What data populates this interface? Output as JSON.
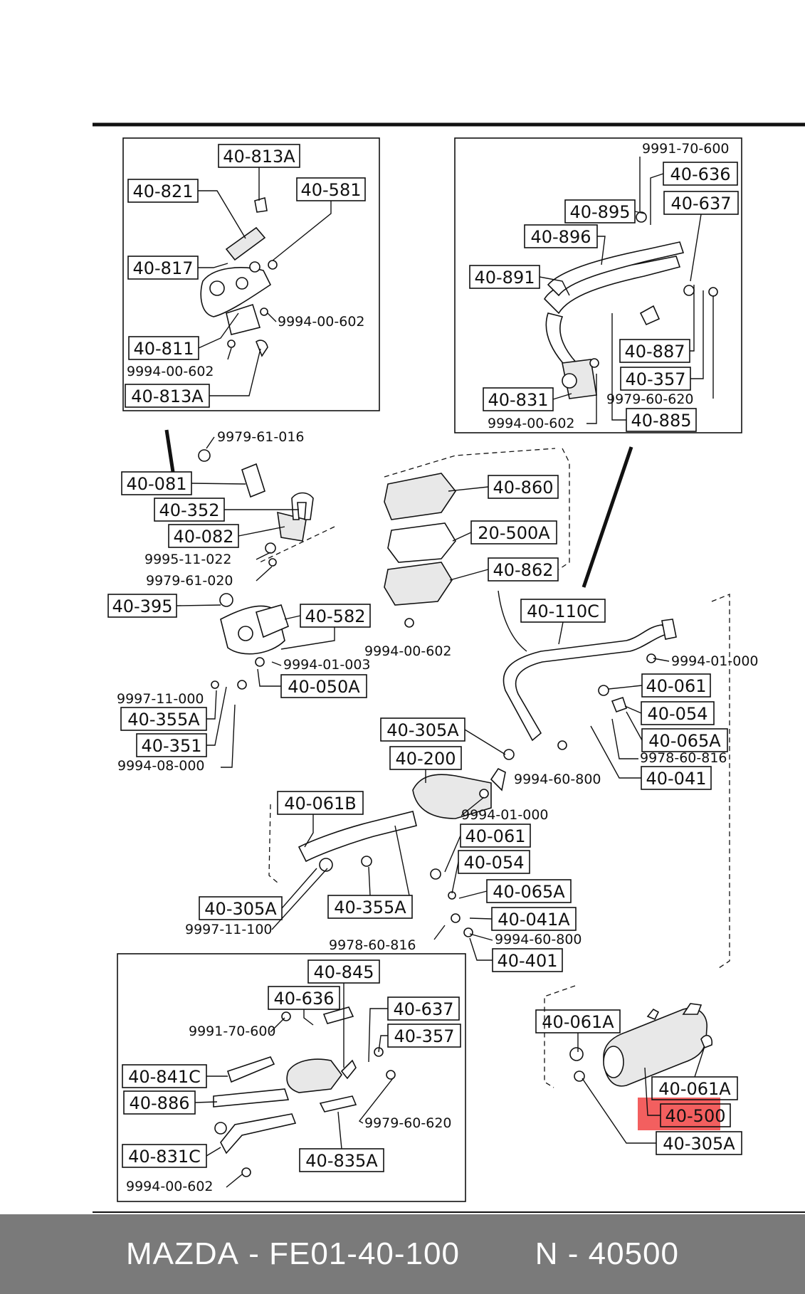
{
  "footer": {
    "brand": "MAZDA",
    "part_number": "FE01-40-100",
    "position": "N - 40500"
  },
  "highlight_color": "#f03c3c",
  "labels": {
    "l1": "40-813A",
    "l2": "40-821",
    "l3": "40-581",
    "l4": "40-817",
    "l5": "9994-00-602",
    "l6": "40-811",
    "l7": "9994-00-602",
    "l8": "40-813A",
    "l9": "9991-70-600",
    "l10": "40-636",
    "l11": "40-895",
    "l12": "40-637",
    "l13": "40-896",
    "l14": "40-891",
    "l15": "40-887",
    "l16": "40-357",
    "l17": "9979-60-620",
    "l18": "40-831",
    "l19": "9994-00-602",
    "l20": "40-885",
    "l21": "9979-61-016",
    "l22": "40-081",
    "l23": "40-352",
    "l24": "40-082",
    "l25": "9995-11-022",
    "l26": "9979-61-020",
    "l27": "40-395",
    "l28": "40-582",
    "l29": "9994-01-003",
    "l30": "9997-11-000",
    "l31": "40-050A",
    "l32": "40-355A",
    "l33": "40-351",
    "l34": "9994-08-000",
    "l35": "40-860",
    "l36": "20-500A",
    "l37": "40-862",
    "l38": "9994-00-602",
    "l39": "40-110C",
    "l40": "9994-01-000",
    "l41": "40-061",
    "l42": "40-054",
    "l43": "40-065A",
    "l44": "9978-60-816",
    "l45": "40-041",
    "l46": "9994-60-800",
    "l47": "40-305A",
    "l48": "40-200",
    "l49": "9994-01-000",
    "l50": "40-061B",
    "l51": "40-061",
    "l52": "40-054",
    "l53": "40-065A",
    "l54": "40-041A",
    "l55": "9994-60-800",
    "l56": "40-401",
    "l57": "9978-60-816",
    "l58": "40-305A",
    "l59": "40-355A",
    "l60": "9997-11-100",
    "l61": "40-845",
    "l62": "40-636",
    "l63": "40-637",
    "l64": "9991-70-600",
    "l65": "40-357",
    "l66": "40-841C",
    "l67": "40-886",
    "l68": "9979-60-620",
    "l69": "40-831C",
    "l70": "40-835A",
    "l71": "9994-00-602",
    "l72": "40-061A",
    "l73": "40-061A",
    "l74": "40-500",
    "l75": "40-305A"
  }
}
